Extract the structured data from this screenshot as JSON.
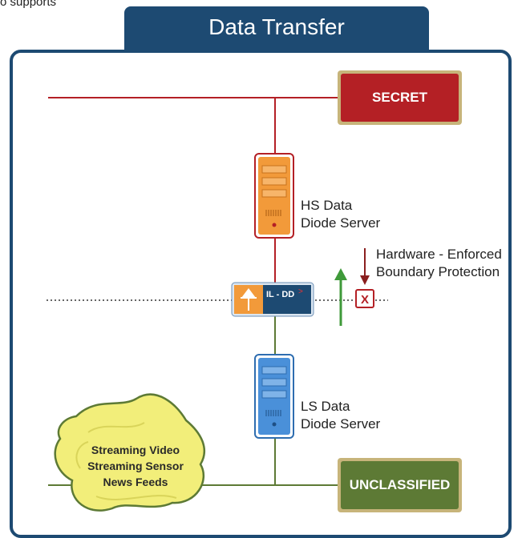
{
  "top_text": "o supports",
  "title": "Data Transfer",
  "secret_label": "SECRET",
  "unclassified_label": "UNCLASSIFIED",
  "hs_server": [
    "HS Data",
    "Diode Server"
  ],
  "ls_server": [
    "LS Data",
    "Diode Server"
  ],
  "diode_label": "IL - DD",
  "boundary": [
    "Hardware - Enforced",
    "Boundary Protection"
  ],
  "blocked_mark": "X",
  "feeds": [
    "Streaming Video",
    "Streaming Sensor",
    "News Feeds"
  ],
  "colors": {
    "frame": "#1d4a72",
    "high_line": "#b42025",
    "low_line": "#5d7a35",
    "hs_server": "#f29a3a",
    "ls_server": "#4a90d9",
    "feed_blob": "#f2ee7a"
  }
}
